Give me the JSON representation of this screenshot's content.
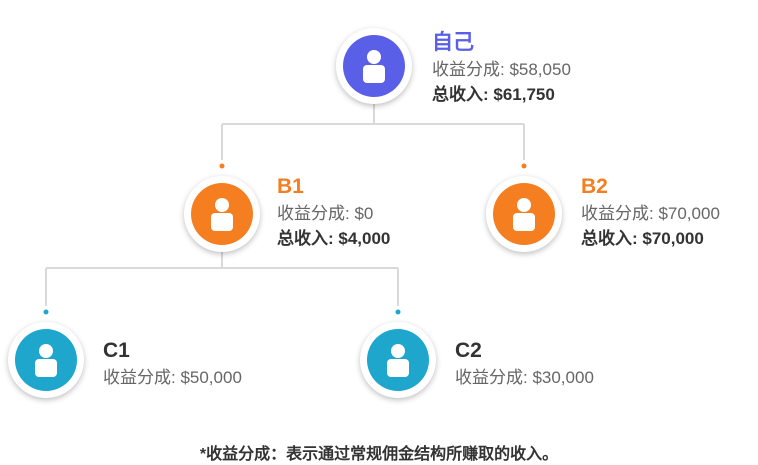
{
  "colors": {
    "self": "#5a5fe8",
    "b": "#f57f20",
    "c": "#1ea6cd",
    "connector": "#d9d9d9",
    "text": "#333333",
    "muted": "#666666"
  },
  "nodes": {
    "self": {
      "name": "自己",
      "share": "收益分成: $58,050",
      "total": "总收入: $61,750",
      "icon": "person-icon"
    },
    "b1": {
      "name": "B1",
      "share": "收益分成: $0",
      "total": "总收入: $4,000",
      "icon": "person-icon"
    },
    "b2": {
      "name": "B2",
      "share": "收益分成: $70,000",
      "total": "总收入: $70,000",
      "icon": "person-icon"
    },
    "c1": {
      "name": "C1",
      "share": "收益分成: $50,000",
      "icon": "person-icon"
    },
    "c2": {
      "name": "C2",
      "share": "收益分成: $30,000",
      "icon": "person-icon"
    }
  },
  "footnote": "*收益分成：表示通过常规佣金结构所赚取的收入。"
}
